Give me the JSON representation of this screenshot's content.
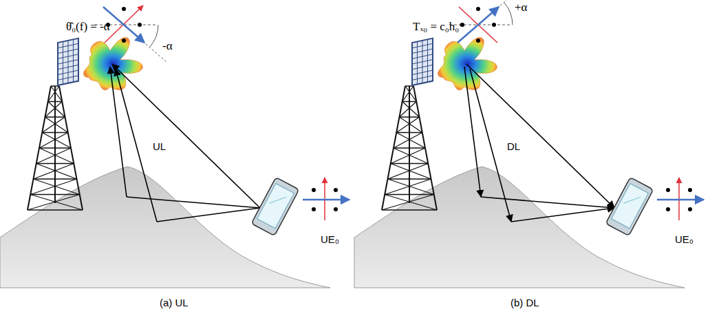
{
  "diagram": {
    "labels": [
      "θ̂₀(f) = -α",
      "-α",
      "UL",
      "UE₀",
      "(a) UL",
      "Tₓ₀ = c₀h₀*",
      "+α",
      "DL",
      "UE₀",
      "(b) DL"
    ]
  }
}
